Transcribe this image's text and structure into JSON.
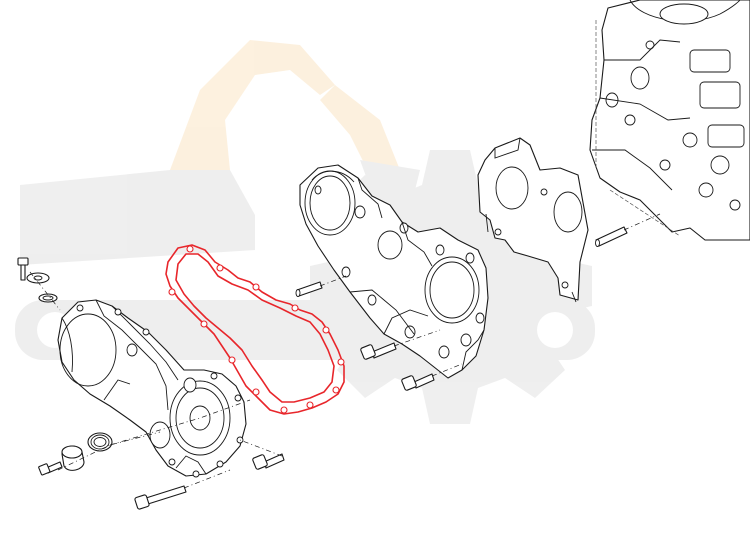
{
  "colors": {
    "line": "#1a1a1a",
    "highlight": "#e8262b",
    "watermark_gray": "#9a9a9a",
    "watermark_orange": "#f2a93b"
  },
  "watermark": {
    "icon": "excavator-gear-logo"
  },
  "parts": [
    {
      "id": "cylinder-block",
      "highlighted": false
    },
    {
      "id": "rear-plate-gasket",
      "highlighted": false
    },
    {
      "id": "gear-housing",
      "highlighted": false
    },
    {
      "id": "front-cover-gasket",
      "highlighted": true
    },
    {
      "id": "front-timing-cover",
      "highlighted": false
    },
    {
      "id": "oil-seal",
      "highlighted": false
    },
    {
      "id": "cap-plug",
      "highlighted": false
    },
    {
      "id": "bolts",
      "highlighted": false
    },
    {
      "id": "dowel-pins",
      "highlighted": false
    }
  ]
}
